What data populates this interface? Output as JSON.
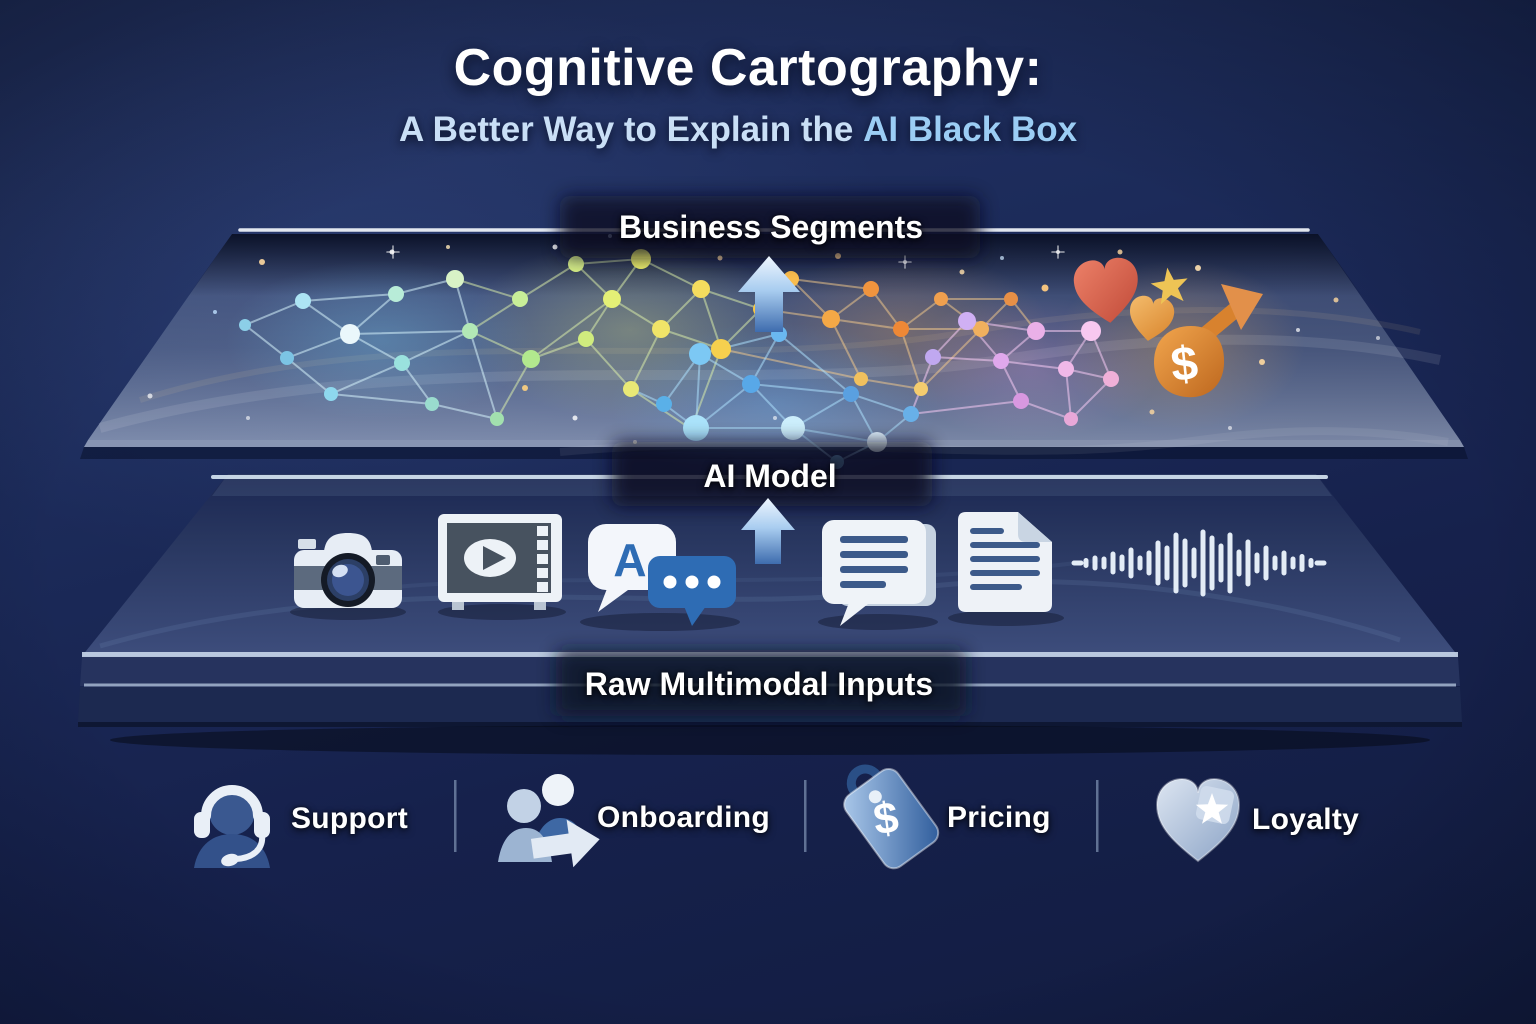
{
  "title": {
    "main": "Cognitive Cartography:",
    "subtitle_prefix": "A Better Way to Explain the",
    "subtitle_highlight": "AI Black Box"
  },
  "layers": {
    "business_segments_label": "Business Segments",
    "ai_model_label": "AI Model",
    "raw_inputs_label": "Raw Multimodal Inputs"
  },
  "icons": {
    "translate_letter": "A",
    "currency_symbol": "$",
    "input_row": [
      "camera-icon",
      "video-player-icon",
      "translate-chat-icon",
      "up-arrow-icon",
      "chat-messages-icon",
      "document-icon",
      "audio-waveform-icon"
    ],
    "segment_row": [
      "hearts-icon",
      "star-icon",
      "dollar-growth-arrow-icon"
    ]
  },
  "legend": [
    {
      "label": "Support",
      "icon": "support-headset-icon"
    },
    {
      "label": "Onboarding",
      "icon": "onboarding-people-icon"
    },
    {
      "label": "Pricing",
      "icon": "pricing-tag-icon"
    },
    {
      "label": "Loyalty",
      "icon": "loyalty-heart-icon"
    }
  ],
  "colors": {
    "background_top": "#253566",
    "background_bottom": "#121c40",
    "title": "#ffffff",
    "subtitle": "#c9dff6",
    "subtitle_highlight": "#9bcdf4",
    "arrow_blue": "#9cc6ee",
    "platform_navy": "#1d2a54",
    "mesh_cyan": "#8ed2ec",
    "mesh_green": "#c8ee98",
    "mesh_yellow": "#f6d04e",
    "mesh_orange": "#ee8836",
    "mesh_blue": "#7cc8f4",
    "mesh_pink": "#f0b0d8",
    "accent_orange": "#e0862f",
    "gold": "#eec455",
    "heart_red": "#d85a46"
  }
}
